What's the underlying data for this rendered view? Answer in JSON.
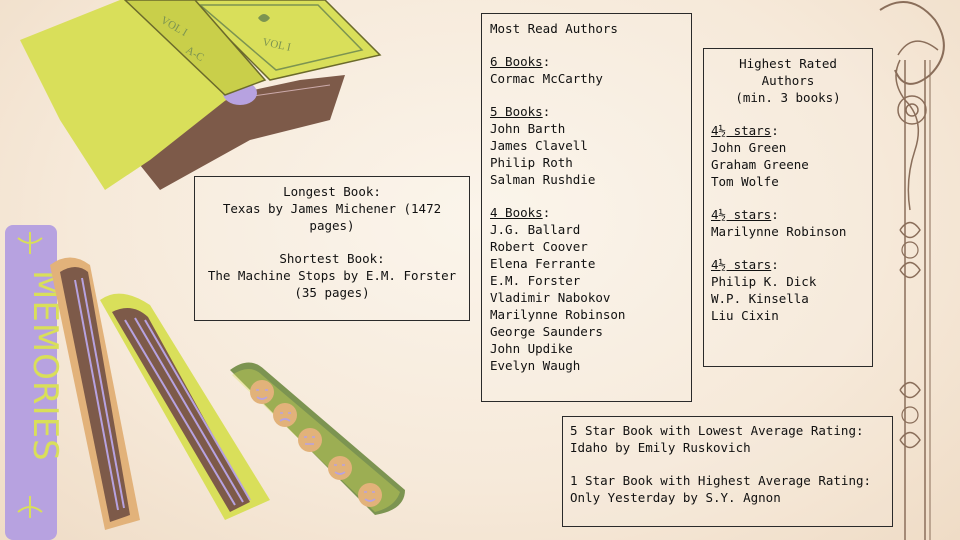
{
  "book_stats": {
    "longest_label": "Longest Book:",
    "longest_value_1": "Texas by James Michener (1472",
    "longest_value_2": "pages)",
    "shortest_label": "Shortest Book:",
    "shortest_value_1": "The Machine Stops by E.M. Forster",
    "shortest_value_2": "(35 pages)"
  },
  "most_read": {
    "title": "Most Read Authors",
    "groups": [
      {
        "heading": "6 Books",
        "authors": [
          "Cormac McCarthy"
        ]
      },
      {
        "heading": "5 Books",
        "authors": [
          "John Barth",
          "James Clavell",
          "Philip Roth",
          "Salman Rushdie"
        ]
      },
      {
        "heading": "4 Books",
        "authors": [
          "J.G. Ballard",
          "Robert Coover",
          "Elena Ferrante",
          "E.M. Forster",
          "Vladimir Nabokov",
          "Marilynne Robinson",
          "George Saunders",
          "John Updike",
          "Evelyn Waugh"
        ]
      }
    ]
  },
  "highest_rated": {
    "title_1": "Highest Rated",
    "title_2": "Authors",
    "title_3": "(min. 3 books)",
    "groups": [
      {
        "heading": "4½ stars",
        "authors": [
          "John Green",
          "Graham Greene",
          "Tom Wolfe"
        ]
      },
      {
        "heading": "4½ stars",
        "authors": [
          "Marilynne Robinson"
        ]
      },
      {
        "heading": "4½ stars",
        "authors": [
          "Philip K. Dick",
          "W.P. Kinsella",
          "Liu Cixin"
        ]
      }
    ]
  },
  "ratings": {
    "five_star_label": "5 Star Book with Lowest Average Rating:",
    "five_star_value": "Idaho by Emily Ruskovich",
    "one_star_label": "1 Star Book with Highest Average Rating:",
    "one_star_value": "Only Yesterday by S.Y. Agnon"
  },
  "decor": {
    "memories_text": "MEMORIES",
    "book_spine_text_1": "VOL I",
    "book_spine_text_2": "A-C",
    "book_cover_text": "VOL I",
    "colors": {
      "yellow": "#d9df5a",
      "purple": "#b7a2e0",
      "brown": "#7d5a49",
      "green": "#7c9451",
      "tan": "#e2b27a"
    }
  }
}
